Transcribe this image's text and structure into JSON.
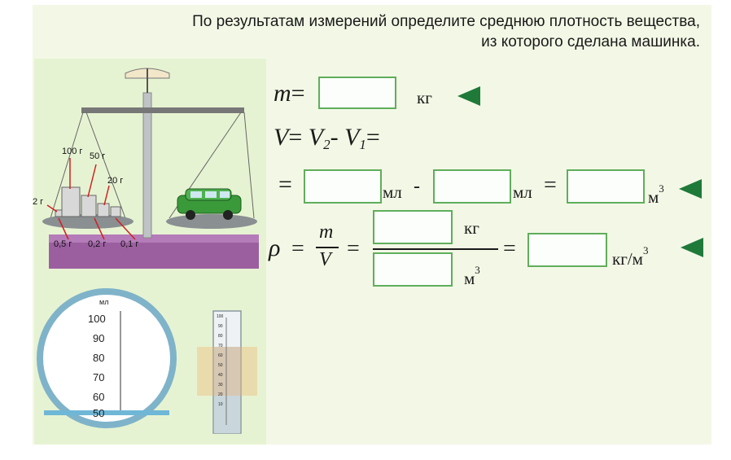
{
  "title": {
    "line1": "По результатам измерений определите среднюю плотность вещества,",
    "line2": "из которого сделана машинка."
  },
  "weights": {
    "w100": "100 г",
    "w50": "50 г",
    "w20a": "20 г",
    "w2": "2 г",
    "w05": "0,5 г",
    "w02": "0,2 г",
    "w01": "0,1 г"
  },
  "beaker": {
    "unit": "мл",
    "ticks": [
      "100",
      "90",
      "80",
      "70",
      "60",
      "50"
    ]
  },
  "cylinder": {
    "ticks": [
      "100",
      "90",
      "80",
      "70",
      "60",
      "50",
      "40",
      "30",
      "20",
      "10"
    ]
  },
  "formulas": {
    "m_symbol": "m",
    "equals": "=",
    "kg": "кг",
    "V": "V",
    "V2": "V",
    "V2_sub": "2",
    "minus": "-",
    "V1": "V",
    "V1_sub": "1",
    "ml": "мл",
    "m3": "м",
    "cube": "3",
    "rho": "ρ",
    "frac_m": "m",
    "frac_V": "V",
    "kg_per_m3": "кг/м"
  },
  "colors": {
    "box_border": "#5fae5b",
    "arrow": "#1f7a3a",
    "slide_bg": "#f3f8e6",
    "car": "#3a9a3a"
  }
}
